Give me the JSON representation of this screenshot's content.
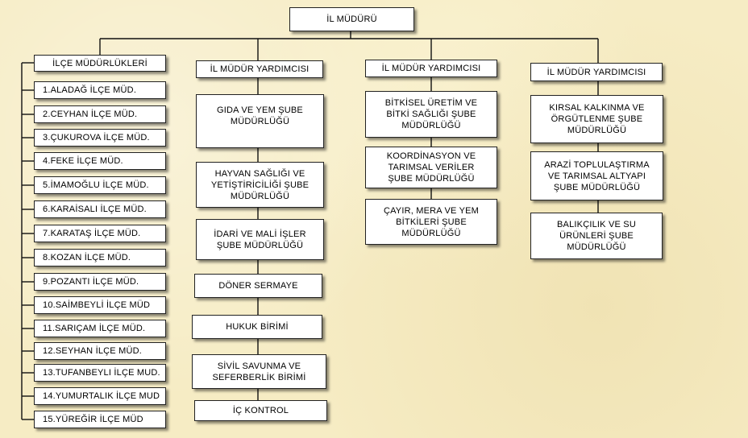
{
  "director": "İL MÜDÜRÜ",
  "district_header": "İLÇE MÜDÜRLÜKLERİ",
  "districts": [
    "1.ALADAĞ İLÇE MÜD.",
    "2.CEYHAN İLÇE MÜD.",
    "3.ÇUKUROVA İLÇE MÜD.",
    "4.FEKE İLÇE MÜD.",
    "5.İMAMOĞLU İLÇE MÜD.",
    "6.KARAİSALI İLÇE MÜD.",
    "7.KARATAŞ İLÇE MÜD.",
    "8.KOZAN İLÇE MÜD.",
    "9.POZANTI İLÇE MÜD.",
    "10.SAİMBEYLİ İLÇE MÜD",
    "11.SARIÇAM  İLÇE MÜD.",
    "12.SEYHAN İLÇE MÜD.",
    "13.TUFANBEYLI İLÇE MUD.",
    "14.YUMURTALIK İLÇE MUD",
    "15.YÜREĞİR İLÇE MÜD"
  ],
  "deputies": [
    {
      "title": "İL MÜDÜR YARDIMCISI",
      "units": [
        "GIDA VE YEM ŞUBE MÜDÜRLÜĞÜ",
        "HAYVAN SAĞLIĞI VE YETİŞTİRİCİLİĞİ ŞUBE MÜDÜRLÜĞÜ",
        "İDARİ VE MALİ İŞLER ŞUBE MÜDÜRLÜĞÜ",
        "DÖNER SERMAYE",
        "HUKUK BİRİMİ",
        "SİVİL SAVUNMA VE SEFERBERLİK BİRİMİ",
        "İÇ KONTROL"
      ]
    },
    {
      "title": "İL MÜDÜR YARDIMCISI",
      "units": [
        "BİTKİSEL ÜRETİM VE BİTKİ SAĞLIĞI ŞUBE MÜDÜRLÜĞÜ",
        "KOORDİNASYON VE TARIMSAL VERİLER ŞUBE MÜDÜRLÜĞÜ",
        "ÇAYIR, MERA VE YEM BİTKİLERİ ŞUBE MÜDÜRLÜĞÜ"
      ]
    },
    {
      "title": "İL MÜDÜR YARDIMCISI",
      "units": [
        "KIRSAL KALKINMA VE ÖRGÜTLENME ŞUBE MÜDÜRLÜĞÜ",
        "ARAZİ TOPLULAŞTIRMA VE TARIMSAL ALTYAPI ŞUBE MÜDÜRLÜĞÜ",
        "BALIKÇILIK VE SU ÜRÜNLERİ ŞUBE MÜDÜRLÜĞÜ"
      ]
    }
  ]
}
